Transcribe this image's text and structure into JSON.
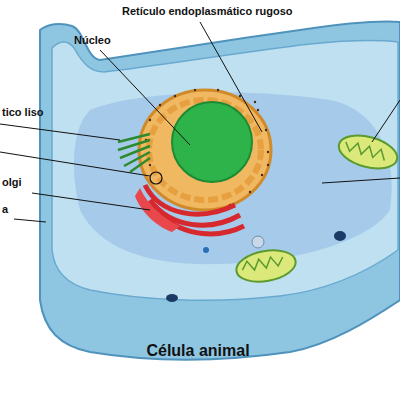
{
  "diagram": {
    "caption": "Célula animal",
    "labels": [
      "Retículo endoplasmático rugoso",
      "Núcleo",
      "tico liso",
      "olgi",
      "a"
    ]
  }
}
